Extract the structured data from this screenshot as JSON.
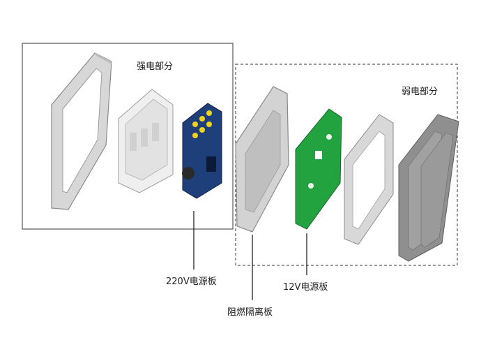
{
  "labels": {
    "high_voltage": "强电部分",
    "low_voltage": "弱电部分",
    "power_board_220v": "220V电源板",
    "flame_retardant_plate": "阻燃隔离板",
    "power_board_12v": "12V电源板"
  },
  "colors": {
    "frame_gray": "#c9c9c9",
    "bracket_white": "#ececec",
    "pcb_blue": "#1f3f7a",
    "pcb_green": "#23a33f",
    "component_yellow": "#f2d21b",
    "panel_gray": "#8f8f8f",
    "box_line": "#333333"
  }
}
